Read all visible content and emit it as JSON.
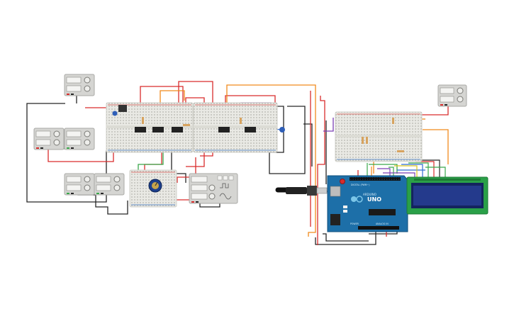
{
  "arduino": {
    "brand_text": "UNO",
    "brand_word": "ARDUINO",
    "power_label": "POWER",
    "analog_label": "ANALOG IN",
    "digital_label": "DIGITAL (PWM~)"
  },
  "lcd": {
    "rows": 2,
    "cols": 16
  },
  "colors": {
    "breadboard": "#e9e9e4",
    "breadboard_hole": "#b9b9b2",
    "rail_red": "#d9534f",
    "rail_blue": "#3a74c4",
    "arduino_pcb": "#1d6fa8",
    "lcd_bezel": "#2aa048",
    "lcd_screen": "#243a8c",
    "wire_red": "#d92c2c",
    "wire_black": "#262626",
    "wire_orange": "#f08a1c",
    "wire_green": "#3aa84b",
    "wire_purple": "#7a3fb3",
    "wire_blue": "#2f6cd1",
    "wire_brown": "#8a5a2b",
    "instrument_body": "#d5d5d2",
    "instrument_screen": "#f4f4f2"
  },
  "icons": [
    "power-supply-icon",
    "function-generator-icon",
    "potentiometer-icon",
    "usb-cable-icon"
  ]
}
